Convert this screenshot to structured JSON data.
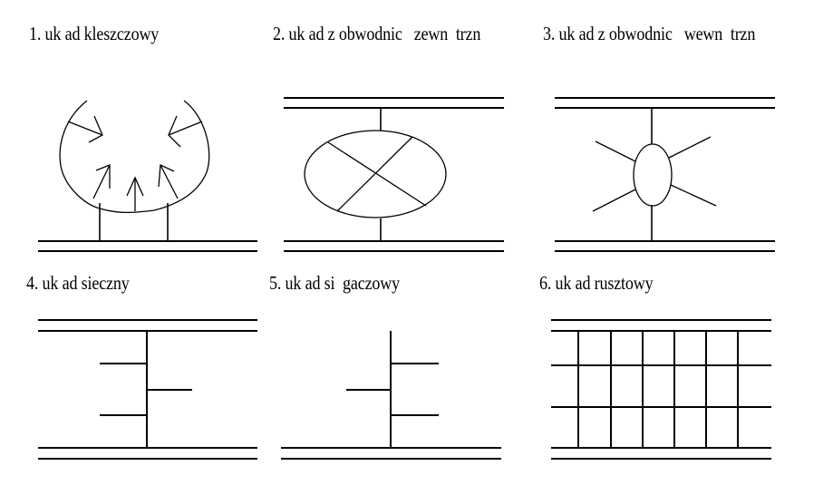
{
  "diagram": {
    "language": "pl",
    "line_color": "#000000",
    "background": "#ffffff",
    "panels": [
      {
        "id": 1,
        "title": "1. uk ad kleszczowy",
        "kind": "pincer-layout"
      },
      {
        "id": 2,
        "title": "2. uk ad z obwodnic   zewn  trzn",
        "kind": "outer-ring-road-layout"
      },
      {
        "id": 3,
        "title": "3. uk ad z obwodnic   wewn  trzn",
        "kind": "inner-ring-road-layout"
      },
      {
        "id": 4,
        "title": "4. uk ad sieczny",
        "kind": "secant-layout"
      },
      {
        "id": 5,
        "title": "5. uk ad si  gaczowy",
        "kind": "reaching-layout"
      },
      {
        "id": 6,
        "title": "6. uk ad rusztowy",
        "kind": "grid-layout"
      }
    ]
  }
}
